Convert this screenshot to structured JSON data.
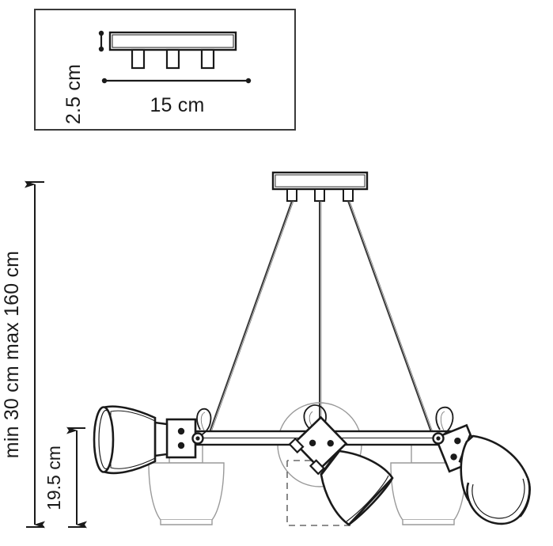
{
  "drawing": {
    "title": "Pendant Lamp Technical Dimension Drawing",
    "background_color": "#ffffff",
    "line_color": "#1a1a1a",
    "ghost_color": "#9a9a9a",
    "dashed_color": "#6a6a6a"
  },
  "inset_panel": {
    "name": "ceiling-mount-detail",
    "border_color": "#3a3a3a",
    "dimensions": {
      "height_label": "2.5 cm",
      "width_label": "15 cm"
    }
  },
  "main_view": {
    "name": "pendant-lamp-elevation",
    "dimensions": {
      "drop_height_label": "min 30 cm max 160 cm",
      "shade_height_label": "19.5 cm"
    }
  },
  "components": {
    "ceiling_plate": "ceiling-mounting-plate",
    "cables": [
      "cable-left",
      "cable-center",
      "cable-right"
    ],
    "cross_bar": "horizontal-support-bar",
    "lamps": [
      {
        "name": "lamp-left",
        "orientation": "pointing-left",
        "ghost_position": "pointing-down"
      },
      {
        "name": "lamp-center",
        "orientation": "tilted-down-right",
        "ghost_position": "swing-arc-dashed"
      },
      {
        "name": "lamp-right",
        "orientation": "pointing-right-down",
        "ghost_position": "pointing-down"
      }
    ]
  }
}
